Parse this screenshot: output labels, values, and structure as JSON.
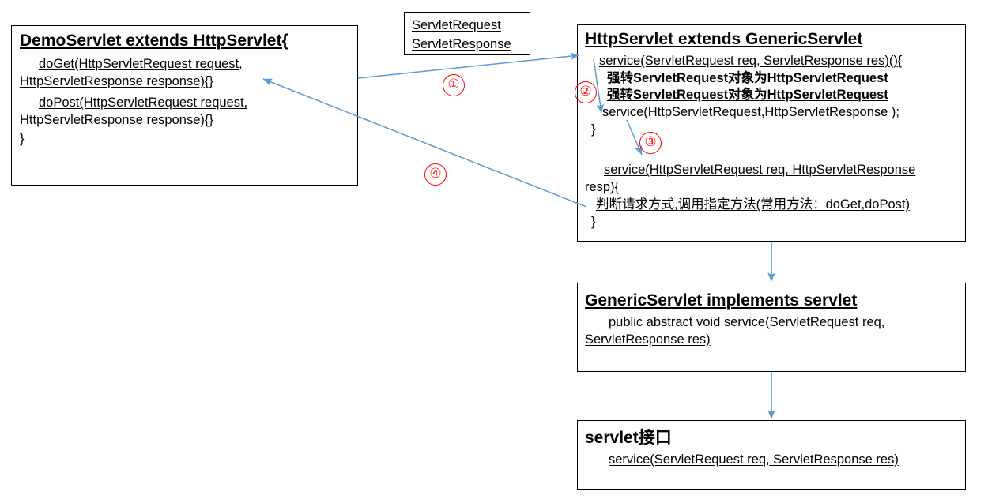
{
  "colors": {
    "arrow": "#5b9bd5",
    "marker": "#ff0000",
    "box_border": "#000000",
    "spellcheck_squiggle": "#e8402a",
    "background": "#ffffff",
    "text": "#000000"
  },
  "boxes": {
    "demo_servlet": {
      "title": "DemoServlet  extends HttpServlet{",
      "lines": [
        "doGet(HttpServletRequest request,",
        "HttpServletResponse response){}",
        "doPost(HttpServletRequest request,",
        "HttpServletResponse response){}",
        "}"
      ]
    },
    "servlet_types": {
      "lines": [
        "ServletRequest",
        "ServletResponse"
      ]
    },
    "http_servlet": {
      "title": "HttpServlet extends GenericServlet",
      "lines": [
        "service(ServletRequest req, ServletResponse res)(){",
        "强转ServletRequest对象为HttpServletRequest",
        "强转ServletRequest对象为HttpServletRequest",
        "service(HttpServletRequest,HttpServletResponse );",
        "}",
        "service(HttpServletRequest req, HttpServletResponse",
        "resp){",
        "判断请求方式,调用指定方法(常用方法：doGet,doPost)",
        "}"
      ]
    },
    "generic_servlet": {
      "title": "GenericServlet  implements  servlet",
      "lines": [
        "public abstract void service(ServletRequest req,",
        "ServletResponse res)"
      ]
    },
    "servlet_interface": {
      "title": "servlet接口",
      "lines": [
        "service(ServletRequest req, ServletResponse res)"
      ]
    }
  },
  "markers": [
    {
      "id": "marker-1",
      "label": "①"
    },
    {
      "id": "marker-2",
      "label": "②"
    },
    {
      "id": "marker-3",
      "label": "③"
    },
    {
      "id": "marker-4",
      "label": "④"
    }
  ],
  "connectors": [
    {
      "name": "demo-to-httpservlet",
      "from": "demo_servlet",
      "to": "http_servlet",
      "step": "①"
    },
    {
      "name": "service-to-cast",
      "from": "http_servlet.service",
      "to": "http_servlet.overload",
      "step": "②"
    },
    {
      "name": "cast-to-overload",
      "from": "http_servlet.overload",
      "to": "http_servlet.dispatch",
      "step": "③"
    },
    {
      "name": "dispatch-back-to-demo",
      "from": "http_servlet.dispatch",
      "to": "demo_servlet",
      "step": "④"
    },
    {
      "name": "httpservlet-to-genericservlet",
      "from": "http_servlet",
      "to": "generic_servlet",
      "step": ""
    },
    {
      "name": "genericservlet-to-interface",
      "from": "generic_servlet",
      "to": "servlet_interface",
      "step": ""
    }
  ]
}
